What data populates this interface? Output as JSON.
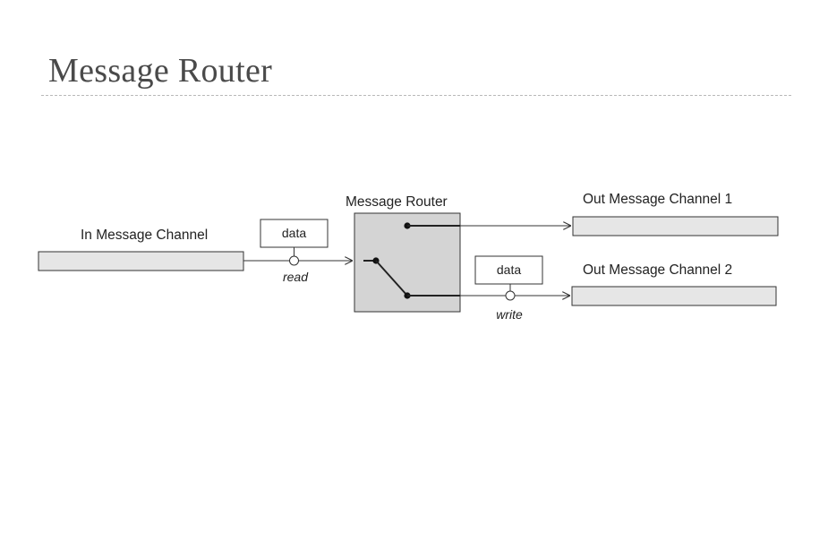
{
  "slide": {
    "title": "Message Router"
  },
  "diagram": {
    "in_channel": {
      "label": "In Message Channel"
    },
    "read_port": {
      "data_label": "data",
      "port_label": "read"
    },
    "router": {
      "label": "Message Router"
    },
    "write_port": {
      "data_label": "data",
      "port_label": "write"
    },
    "out_channels": [
      {
        "label": "Out Message Channel 1"
      },
      {
        "label": "Out Message Channel 2"
      }
    ]
  }
}
